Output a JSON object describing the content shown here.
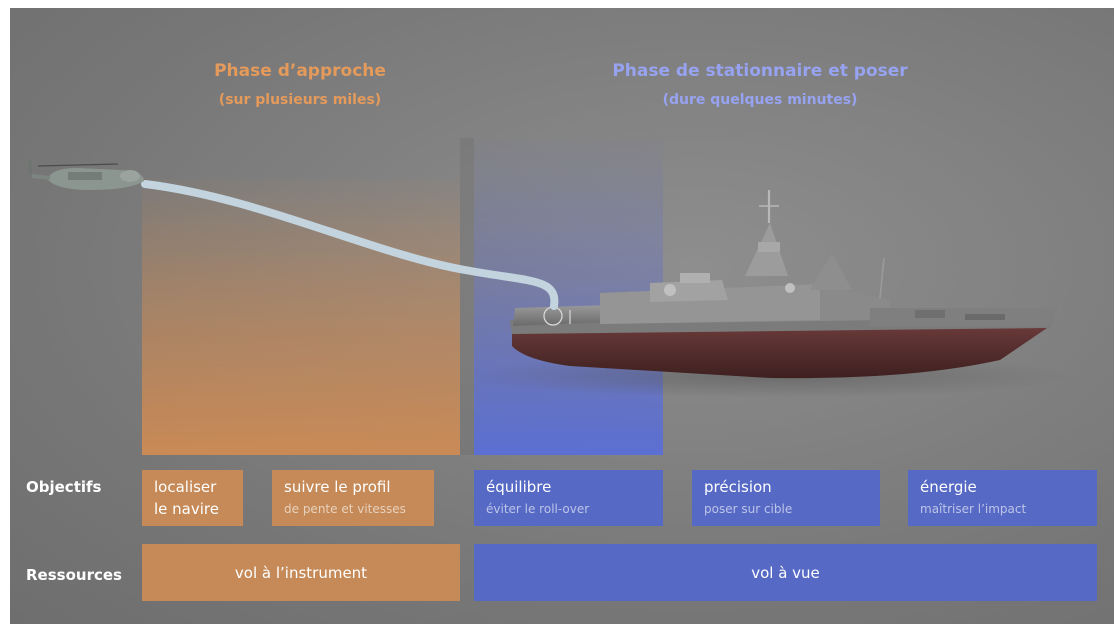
{
  "phases": {
    "approach": {
      "title": "Phase d’approche",
      "subtitle": "(sur plusieurs miles)",
      "color": "#e49a5b"
    },
    "hover": {
      "title": "Phase de stationnaire et poser",
      "subtitle": "(dure quelques minutes)",
      "color": "#97a3f1"
    }
  },
  "rows": {
    "objectives_label": "Objectifs",
    "resources_label": "Ressources"
  },
  "objectives": [
    {
      "main": "localiser le navire",
      "sub": "",
      "color": "#c58a57"
    },
    {
      "main": "suivre le profil",
      "sub": "de pente et vitesses",
      "color": "#c58a57"
    },
    {
      "main": "équilibre",
      "sub": "éviter le roll-over",
      "color": "#5669c5"
    },
    {
      "main": "précision",
      "sub": "poser sur cible",
      "color": "#5669c5"
    },
    {
      "main": "énergie",
      "sub": "maîtriser l’impact",
      "color": "#5669c5"
    }
  ],
  "resources": [
    {
      "label": "vol à l’instrument",
      "color": "#c58a57"
    },
    {
      "label": "vol à vue",
      "color": "#5669c5"
    }
  ]
}
